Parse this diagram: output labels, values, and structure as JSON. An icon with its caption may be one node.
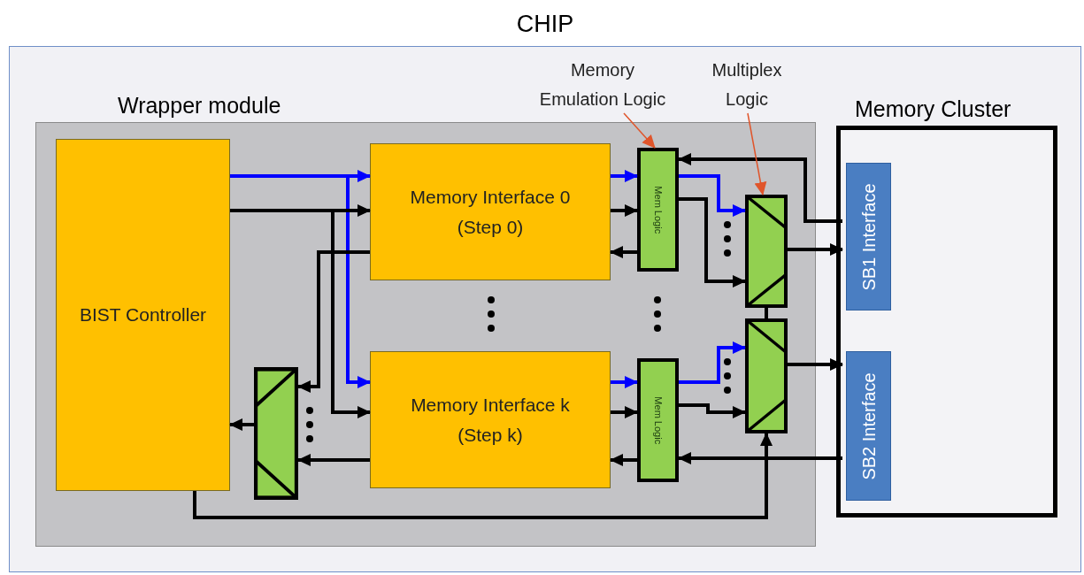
{
  "diagram": {
    "nodes": [
      {
        "text": [
          "CHIP"
        ]
      },
      {
        "text": [
          "Wrapper module"
        ],
        "in": 0
      },
      {
        "text": [
          "BIST Controller"
        ],
        "in": 1
      },
      {
        "text": [
          "Memory Interface 0 (Step 0)"
        ],
        "in": 1
      },
      {
        "text": [
          "Memory Interface k (Step k)"
        ],
        "in": 1
      },
      {
        "text": [
          "Mem Logic"
        ],
        "in": 1
      },
      {
        "text": [
          "Mem Logic"
        ],
        "in": 1
      },
      {
        "text": [],
        "shape": "box",
        "in": 1
      },
      {
        "text": [],
        "shape": "box",
        "in": 1
      },
      {
        "text": [],
        "shape": "box",
        "in": 1
      },
      {
        "text": [
          "Memory Cluster"
        ],
        "in": 0
      },
      {
        "text": [
          "SB1 Interface"
        ],
        "in": 10
      },
      {
        "text": [
          "SB2 Interface"
        ],
        "in": 10
      },
      {
        "text": [
          "Memory Emulation Logic"
        ],
        "in": 0
      },
      {
        "text": [
          "Multiplex Logic"
        ],
        "in": 0
      }
    ],
    "edges": [
      {
        "from": 2,
        "to": 3,
        "arrow": "to",
        "color": "#0000ff"
      },
      {
        "from": 2,
        "to": 4,
        "arrow": "to",
        "color": "#0000ff"
      },
      {
        "from": 2,
        "to": 3,
        "arrow": "to"
      },
      {
        "from": 2,
        "to": 4,
        "arrow": "to"
      },
      {
        "from": 3,
        "to": 9,
        "arrow": "to"
      },
      {
        "from": 4,
        "to": 9,
        "arrow": "to"
      },
      {
        "from": 9,
        "to": 2,
        "arrow": "to"
      },
      {
        "from": 3,
        "to": 5,
        "arrow": "to",
        "color": "#0000ff"
      },
      {
        "from": 3,
        "to": 5,
        "arrow": "to"
      },
      {
        "from": 5,
        "to": 3,
        "arrow": "to"
      },
      {
        "from": 4,
        "to": 6,
        "arrow": "to",
        "color": "#0000ff"
      },
      {
        "from": 4,
        "to": 6,
        "arrow": "to"
      },
      {
        "from": 6,
        "to": 4,
        "arrow": "to"
      },
      {
        "from": 5,
        "to": 7,
        "arrow": "to",
        "color": "#0000ff"
      },
      {
        "from": 5,
        "to": 7,
        "arrow": "to"
      },
      {
        "from": 6,
        "to": 8,
        "arrow": "to",
        "color": "#0000ff"
      },
      {
        "from": 6,
        "to": 8,
        "arrow": "to"
      },
      {
        "from": 7,
        "to": 11,
        "arrow": "to"
      },
      {
        "from": 8,
        "to": 12,
        "arrow": "to"
      },
      {
        "from": 11,
        "to": 5,
        "arrow": "to"
      },
      {
        "from": 12,
        "to": 6,
        "arrow": "to"
      },
      {
        "from": 2,
        "to": 8,
        "arrow": "to"
      },
      {
        "from": 7,
        "to": 8,
        "arrow": "none"
      },
      {
        "from": 13,
        "to": 5,
        "arrow": "to",
        "color": "#e0552b"
      },
      {
        "from": 14,
        "to": 7,
        "arrow": "to",
        "color": "#e0552b"
      }
    ]
  }
}
